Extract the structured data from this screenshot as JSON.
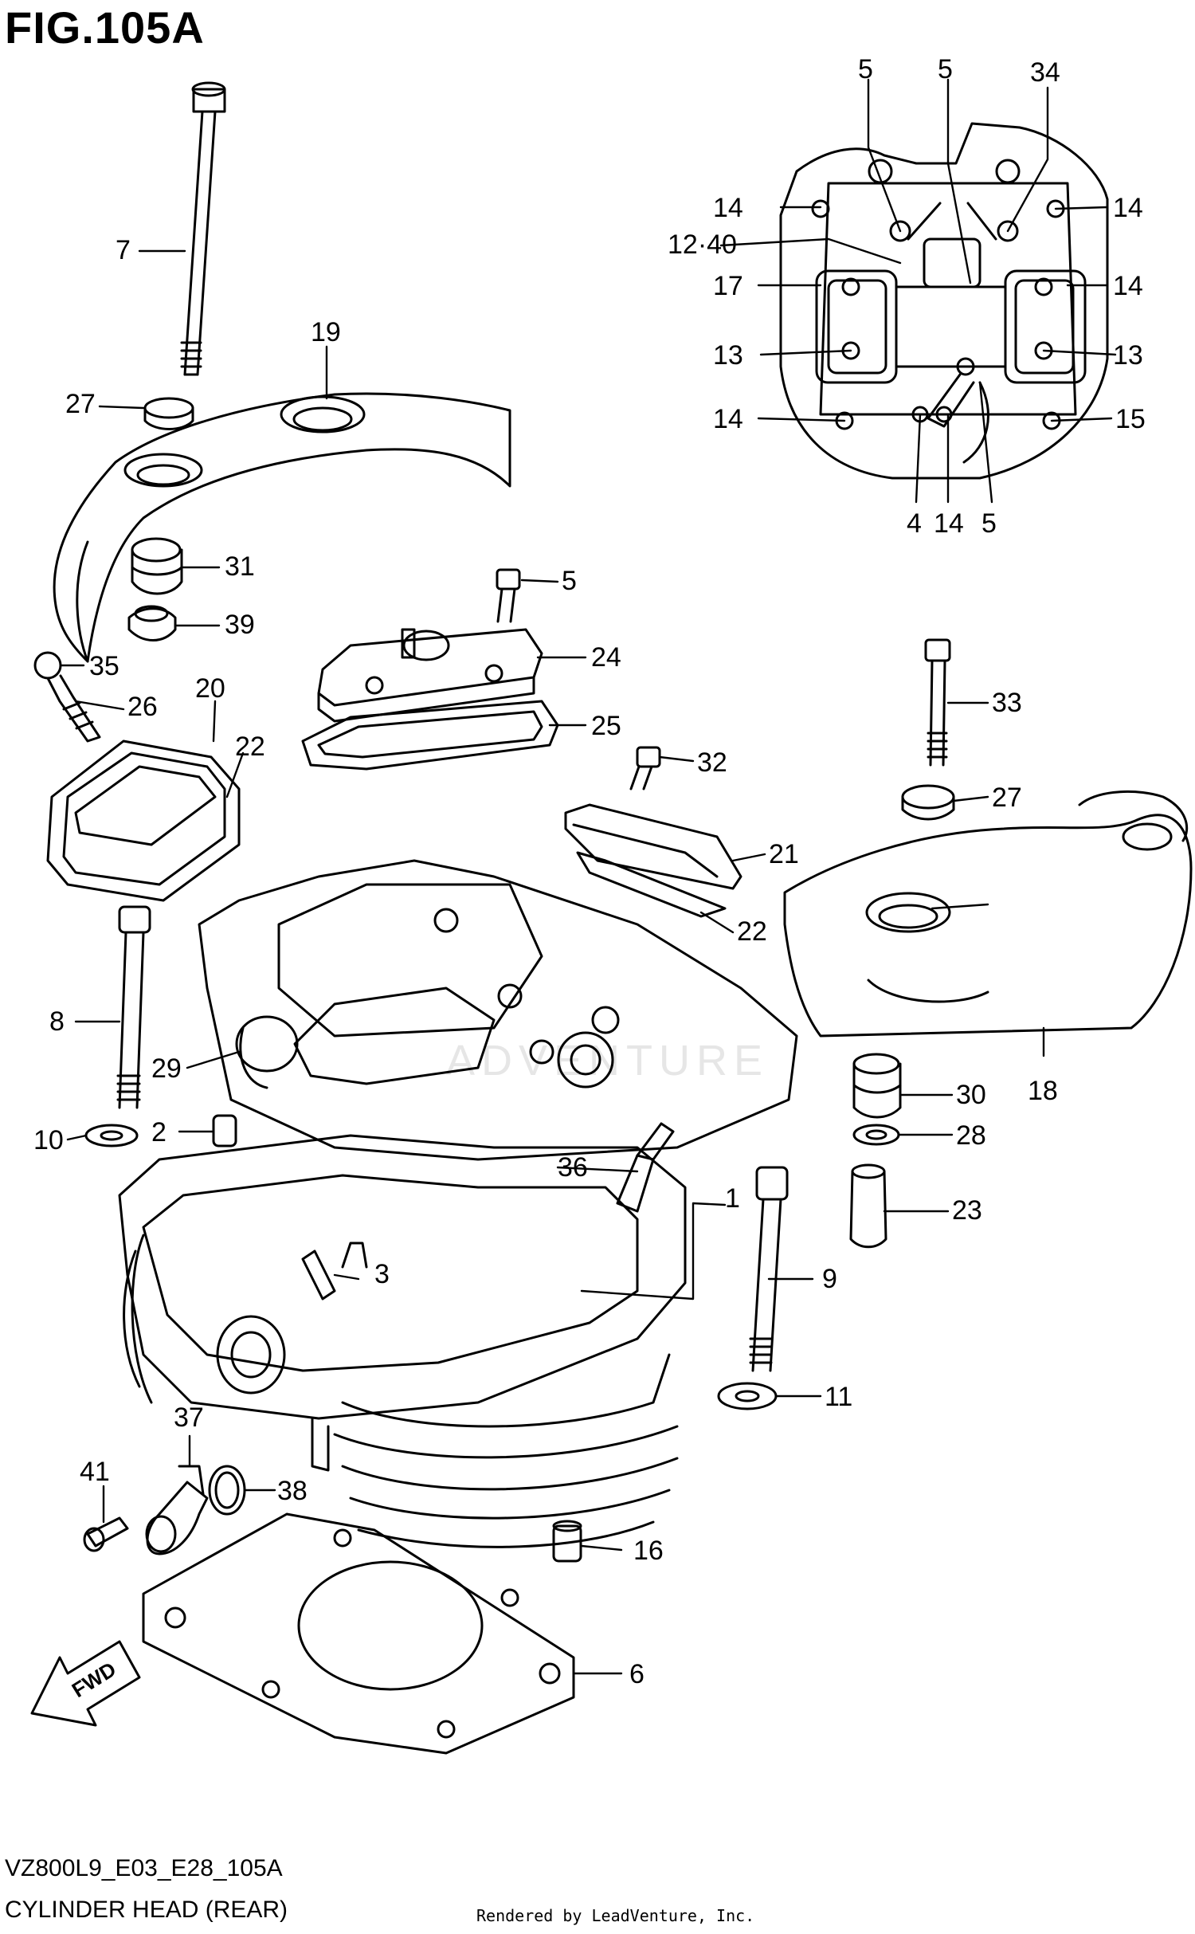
{
  "figure": {
    "title": "FIG.105A",
    "code": "VZ800L9_E03_E28_105A",
    "caption": "CYLINDER HEAD (REAR)",
    "credit": "Rendered by LeadVenture, Inc.",
    "watermark": "ADVENTURE",
    "fwd_label": "FWD"
  },
  "callouts": [
    {
      "id": "c5a",
      "label": "5"
    },
    {
      "id": "c5b",
      "label": "5"
    },
    {
      "id": "c34",
      "label": "34"
    },
    {
      "id": "c14a",
      "label": "14"
    },
    {
      "id": "c14b",
      "label": "14"
    },
    {
      "id": "c12_40",
      "label": "12·40"
    },
    {
      "id": "c17",
      "label": "17"
    },
    {
      "id": "c14c",
      "label": "14"
    },
    {
      "id": "c13a",
      "label": "13"
    },
    {
      "id": "c13b",
      "label": "13"
    },
    {
      "id": "c14d",
      "label": "14"
    },
    {
      "id": "c15",
      "label": "15"
    },
    {
      "id": "c4",
      "label": "4"
    },
    {
      "id": "c14e",
      "label": "14"
    },
    {
      "id": "c5c",
      "label": "5"
    },
    {
      "id": "c7",
      "label": "7"
    },
    {
      "id": "c19",
      "label": "19"
    },
    {
      "id": "c27a",
      "label": "27"
    },
    {
      "id": "c31",
      "label": "31"
    },
    {
      "id": "c39",
      "label": "39"
    },
    {
      "id": "c5d",
      "label": "5"
    },
    {
      "id": "c24",
      "label": "24"
    },
    {
      "id": "c35",
      "label": "35"
    },
    {
      "id": "c26",
      "label": "26"
    },
    {
      "id": "c20",
      "label": "20"
    },
    {
      "id": "c22a",
      "label": "22"
    },
    {
      "id": "c25",
      "label": "25"
    },
    {
      "id": "c33",
      "label": "33"
    },
    {
      "id": "c32",
      "label": "32"
    },
    {
      "id": "c27b",
      "label": "27"
    },
    {
      "id": "c21",
      "label": "21"
    },
    {
      "id": "c22b",
      "label": "22"
    },
    {
      "id": "c8",
      "label": "8"
    },
    {
      "id": "c29",
      "label": "29"
    },
    {
      "id": "c18",
      "label": "18"
    },
    {
      "id": "c30",
      "label": "30"
    },
    {
      "id": "c10",
      "label": "10"
    },
    {
      "id": "c2",
      "label": "2"
    },
    {
      "id": "c28",
      "label": "28"
    },
    {
      "id": "c36",
      "label": "36"
    },
    {
      "id": "c1",
      "label": "1"
    },
    {
      "id": "c23",
      "label": "23"
    },
    {
      "id": "c3",
      "label": "3"
    },
    {
      "id": "c9",
      "label": "9"
    },
    {
      "id": "c11",
      "label": "11"
    },
    {
      "id": "c37",
      "label": "37"
    },
    {
      "id": "c41",
      "label": "41"
    },
    {
      "id": "c38",
      "label": "38"
    },
    {
      "id": "c16",
      "label": "16"
    },
    {
      "id": "c6",
      "label": "6"
    }
  ]
}
